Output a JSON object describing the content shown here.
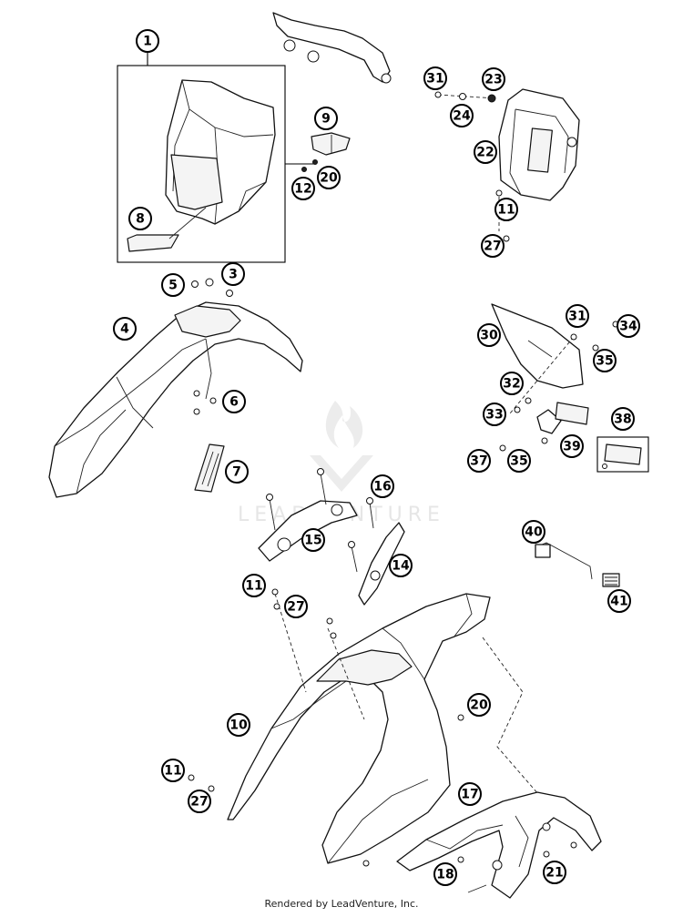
{
  "watermark": {
    "text": "LEADVENTURE"
  },
  "footer": {
    "credit": "Rendered by LeadVenture, Inc."
  },
  "callouts": [
    {
      "id": "c1",
      "label": "1"
    },
    {
      "id": "c8",
      "label": "8"
    },
    {
      "id": "c9",
      "label": "9"
    },
    {
      "id": "c12",
      "label": "12"
    },
    {
      "id": "c20a",
      "label": "20"
    },
    {
      "id": "c31a",
      "label": "31"
    },
    {
      "id": "c23",
      "label": "23"
    },
    {
      "id": "c24",
      "label": "24"
    },
    {
      "id": "c22",
      "label": "22"
    },
    {
      "id": "c11a",
      "label": "11"
    },
    {
      "id": "c27a",
      "label": "27"
    },
    {
      "id": "c5",
      "label": "5"
    },
    {
      "id": "c3",
      "label": "3"
    },
    {
      "id": "c4",
      "label": "4"
    },
    {
      "id": "c6",
      "label": "6"
    },
    {
      "id": "c7",
      "label": "7"
    },
    {
      "id": "c30",
      "label": "30"
    },
    {
      "id": "c31b",
      "label": "31"
    },
    {
      "id": "c34",
      "label": "34"
    },
    {
      "id": "c35a",
      "label": "35"
    },
    {
      "id": "c32",
      "label": "32"
    },
    {
      "id": "c33",
      "label": "33"
    },
    {
      "id": "c38",
      "label": "38"
    },
    {
      "id": "c39",
      "label": "39"
    },
    {
      "id": "c37",
      "label": "37"
    },
    {
      "id": "c35b",
      "label": "35"
    },
    {
      "id": "c16",
      "label": "16"
    },
    {
      "id": "c15",
      "label": "15"
    },
    {
      "id": "c14",
      "label": "14"
    },
    {
      "id": "c40",
      "label": "40"
    },
    {
      "id": "c41",
      "label": "41"
    },
    {
      "id": "c11b",
      "label": "11"
    },
    {
      "id": "c27b",
      "label": "27"
    },
    {
      "id": "c10",
      "label": "10"
    },
    {
      "id": "c20b",
      "label": "20"
    },
    {
      "id": "c11c",
      "label": "11"
    },
    {
      "id": "c27c",
      "label": "27"
    },
    {
      "id": "c17",
      "label": "17"
    },
    {
      "id": "c18",
      "label": "18"
    },
    {
      "id": "c21",
      "label": "21"
    }
  ]
}
